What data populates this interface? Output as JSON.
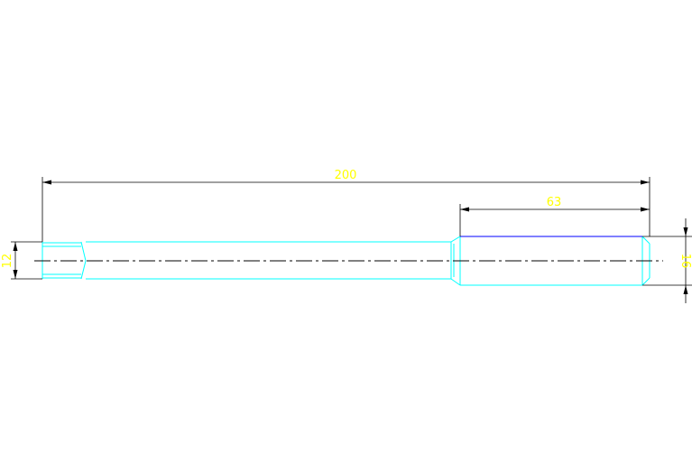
{
  "drawing": {
    "dimensions": {
      "overall_length": "200",
      "right_section_length": "63",
      "left_diameter": "12",
      "right_diameter": "16"
    },
    "colors": {
      "part_outline": "#00ffff",
      "dimension_line": "#000000",
      "dimension_text": "#ffff00",
      "edge_highlight": "#0000ff",
      "centerline": "#000000"
    }
  }
}
